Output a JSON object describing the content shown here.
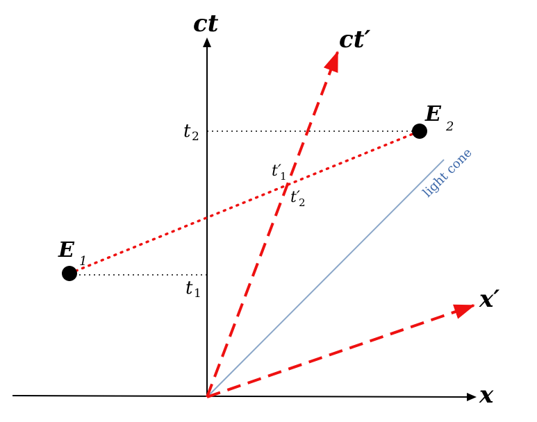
{
  "axes": {
    "x_label": "x",
    "ct_label": "ct",
    "x_prime_label": "x′",
    "ct_prime_label": "ct′"
  },
  "events": {
    "e1": {
      "letter": "E",
      "subscript": "1"
    },
    "e2": {
      "letter": "E",
      "subscript": "2"
    }
  },
  "ticks": {
    "t1": {
      "letter": "t",
      "subscript": "1"
    },
    "t2": {
      "letter": "t",
      "subscript": "2"
    },
    "t1_prime": {
      "letter": "t′",
      "subscript": "1"
    },
    "t2_prime": {
      "letter": "t′",
      "subscript": "2"
    }
  },
  "light_cone": {
    "label": "light cone"
  },
  "colors": {
    "axis": "#000000",
    "primed_axis": "#ee1111",
    "simultaneity": "#ee1111",
    "light_cone": "#8aa6c8",
    "light_cone_text": "#3a66a8",
    "event_dot": "#000000"
  }
}
